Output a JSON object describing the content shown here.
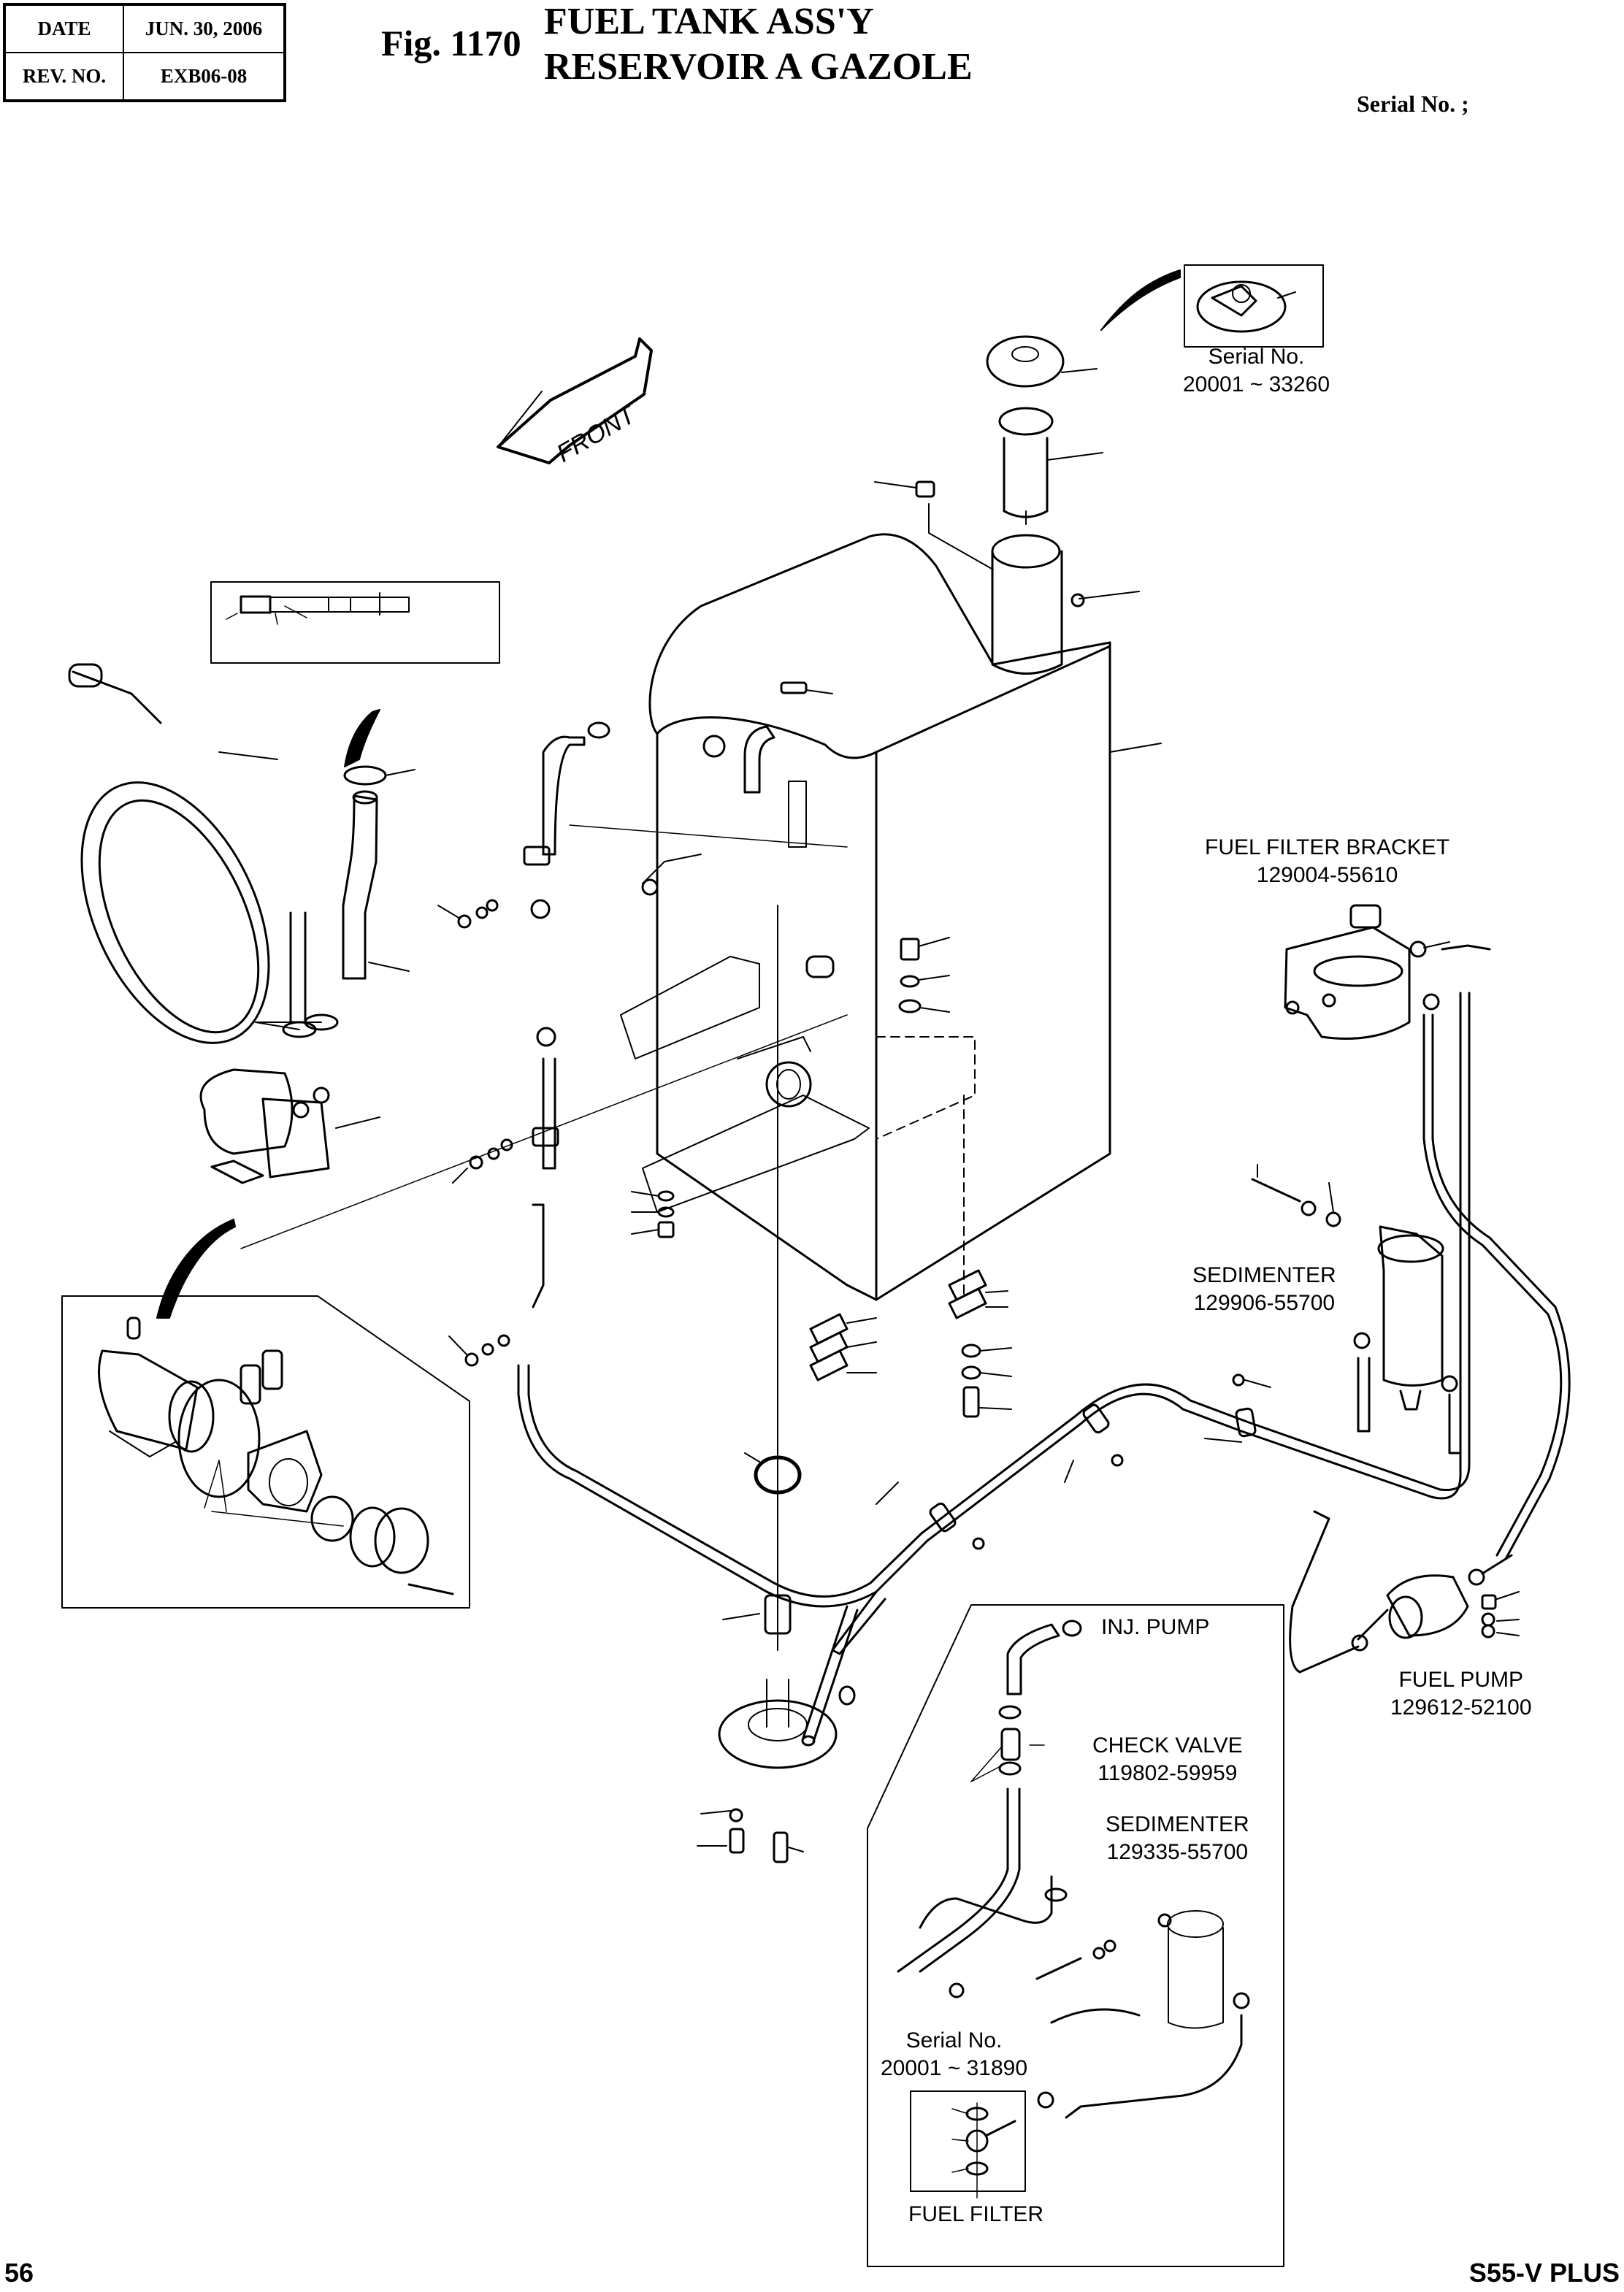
{
  "header": {
    "date_label": "DATE",
    "date_value": "JUN. 30, 2006",
    "rev_label": "REV. NO.",
    "rev_value": "EXB06-08",
    "fig_number": "Fig. 1170",
    "title_en": "FUEL TANK ASS'Y",
    "title_fr": "RESERVOIR A GAZOLE",
    "serial_label": "Serial No. ;"
  },
  "direction_arrow": {
    "label": "FRONT"
  },
  "callouts": {
    "cap_variant": {
      "line1": "Serial No.",
      "line2": "20001 ~ 33260"
    },
    "fuel_filter_bracket": {
      "name": "FUEL FILTER BRACKET",
      "part_no": "129004-55610"
    },
    "sedimenter_main": {
      "name": "SEDIMENTER",
      "part_no": "129906-55700"
    },
    "fuel_pump": {
      "name": "FUEL PUMP",
      "part_no": "129612-52100"
    },
    "inj_pump": {
      "name": "INJ. PUMP"
    },
    "check_valve": {
      "name": "CHECK VALVE",
      "part_no": "119802-59959"
    },
    "sedimenter_inset": {
      "name": "SEDIMENTER",
      "part_no": "129335-55700"
    },
    "filter_variant": {
      "line1": "Serial No.",
      "line2": "20001 ~ 31890"
    },
    "fuel_filter": {
      "name": "FUEL FILTER"
    }
  },
  "footer": {
    "page_number": "56",
    "model": "S55-V PLUS"
  }
}
